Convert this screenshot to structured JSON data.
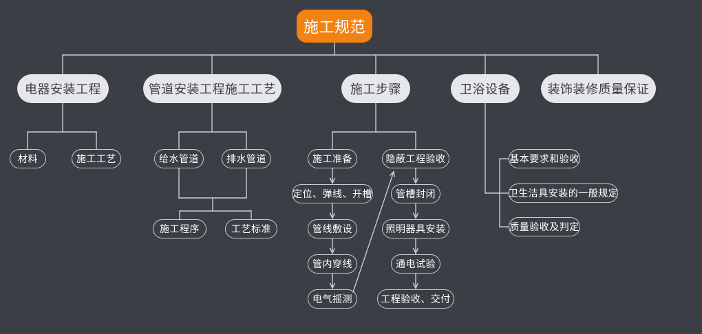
{
  "diagram": {
    "type": "mind-map / tree",
    "title": "施工规范",
    "colors": {
      "background": "#3b3e44",
      "root_fill": "#f28212",
      "root_text": "#ffffff",
      "level2_fill": "#e6e7ea",
      "level2_text": "#3b3e44",
      "leaf_border": "#c9cdd3",
      "leaf_text": "#ffffff",
      "connector": "#c9cdd3"
    },
    "root": {
      "label": "施工规范"
    },
    "branches": [
      {
        "label": "电器安装工程",
        "children": [
          {
            "label": "材料"
          },
          {
            "label": "施工工艺"
          }
        ]
      },
      {
        "label": "管道安装工程施工工艺",
        "children": [
          {
            "label": "给水管道"
          },
          {
            "label": "排水管道"
          }
        ],
        "grandchildren": [
          {
            "label": "施工程序"
          },
          {
            "label": "工艺标准"
          }
        ]
      },
      {
        "label": "施工步骤",
        "children": [
          {
            "label": "施工准备"
          },
          {
            "label": "隐蔽工程验收"
          }
        ],
        "flow_left": [
          {
            "label": "施工准备"
          },
          {
            "label": "定位、弹线、开槽"
          },
          {
            "label": "管线敷设"
          },
          {
            "label": "管内穿线"
          },
          {
            "label": "电气摇测"
          }
        ],
        "flow_right": [
          {
            "label": "隐蔽工程验收"
          },
          {
            "label": "管槽封闭"
          },
          {
            "label": "照明器具安装"
          },
          {
            "label": "通电试验"
          },
          {
            "label": "工程验收、交付"
          }
        ]
      },
      {
        "label": "卫浴设备",
        "children": [
          {
            "label": "基本要求和验收"
          },
          {
            "label": "卫生洁具安装的一般规定"
          },
          {
            "label": "质量验收及判定"
          }
        ]
      },
      {
        "label": "装饰装修质量保证",
        "children": []
      }
    ]
  }
}
